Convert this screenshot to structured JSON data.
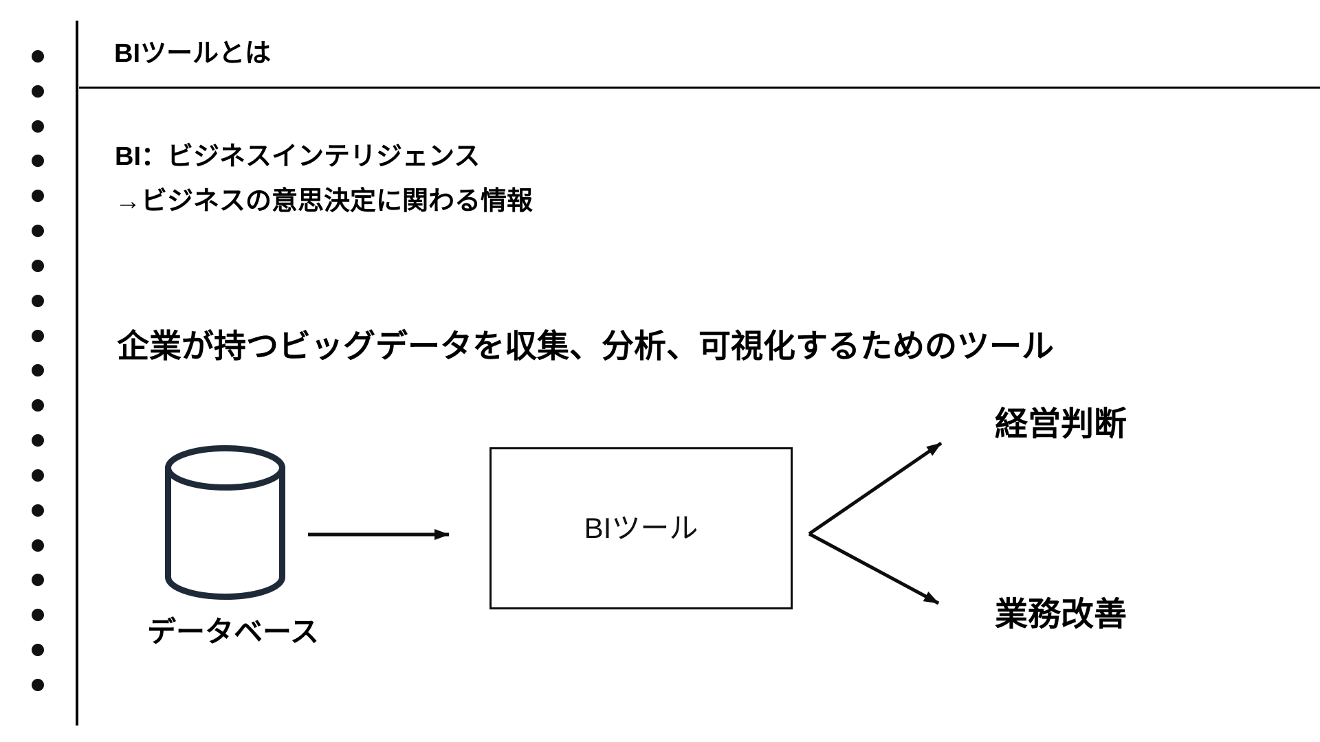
{
  "page": {
    "background": "#ffffff"
  },
  "decor": {
    "dot_count": 19,
    "dot_color": "#111111",
    "rule_color": "#000000"
  },
  "header": {
    "title": "BIツールとは"
  },
  "body": {
    "line1": "BI：ビジネスインテリジェンス",
    "line2": "→ビジネスの意思決定に関わる情報",
    "line3": "企業が持つビッグデータを収集、分析、可視化するためのツール"
  },
  "diagram": {
    "database_label": "データベース",
    "box_label": "BIツール",
    "output_top_label": "経営判断",
    "output_bottom_label": "業務改善",
    "cylinder_color": "#1f2a38",
    "arrow_color": "#0d0d0d",
    "box_border_color": "#0d0d0d"
  }
}
